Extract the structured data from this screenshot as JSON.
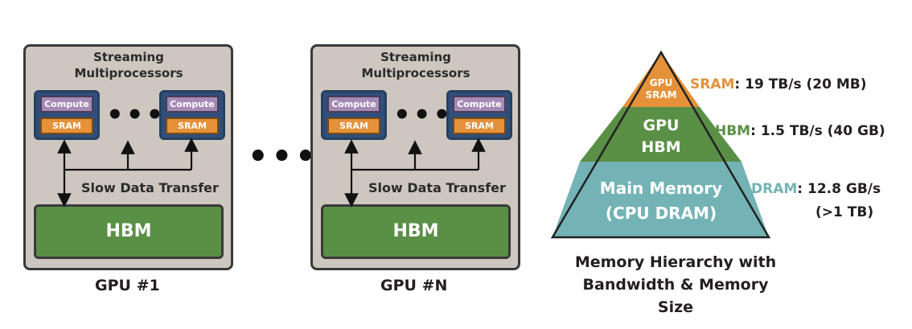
{
  "gpus": [
    {
      "label": "GPU #1",
      "sm_title_line1": "Streaming",
      "sm_title_line2": "Multiprocessors",
      "compute_label": "Compute",
      "sram_label": "SRAM",
      "dots": "•••",
      "transfer_label": "Slow Data Transfer",
      "hbm_label": "HBM"
    },
    {
      "label": "GPU #N",
      "sm_title_line1": "Streaming",
      "sm_title_line2": "Multiprocessors",
      "compute_label": "Compute",
      "sram_label": "SRAM",
      "dots": "•••",
      "transfer_label": "Slow Data Transfer",
      "hbm_label": "HBM"
    }
  ],
  "between_dots": "•••",
  "pyramid": {
    "top_line1": "GPU",
    "top_line2": "SRAM",
    "mid_line1": "GPU",
    "mid_line2": "HBM",
    "bottom_line1": "Main Memory",
    "bottom_line2": "(CPU DRAM)",
    "sram_name": "SRAM",
    "sram_spec": ": 19 TB/s (20 MB)",
    "hbm_name": "HBM",
    "hbm_spec": ": 1.5 TB/s (40 GB)",
    "dram_name": "DRAM",
    "dram_spec": ": 12.8 GB/s",
    "dram_spec2": "(>1 TB)",
    "caption_line1": "Memory Hierarchy with",
    "caption_line2": "Bandwidth & Memory Size"
  },
  "colors": {
    "sram_orange": "#e4913a",
    "hbm_green": "#5a8f46",
    "dram_teal": "#74b3b5",
    "compute_purple": "#a58ab5",
    "gpu_gray": "#cdc7c0"
  }
}
